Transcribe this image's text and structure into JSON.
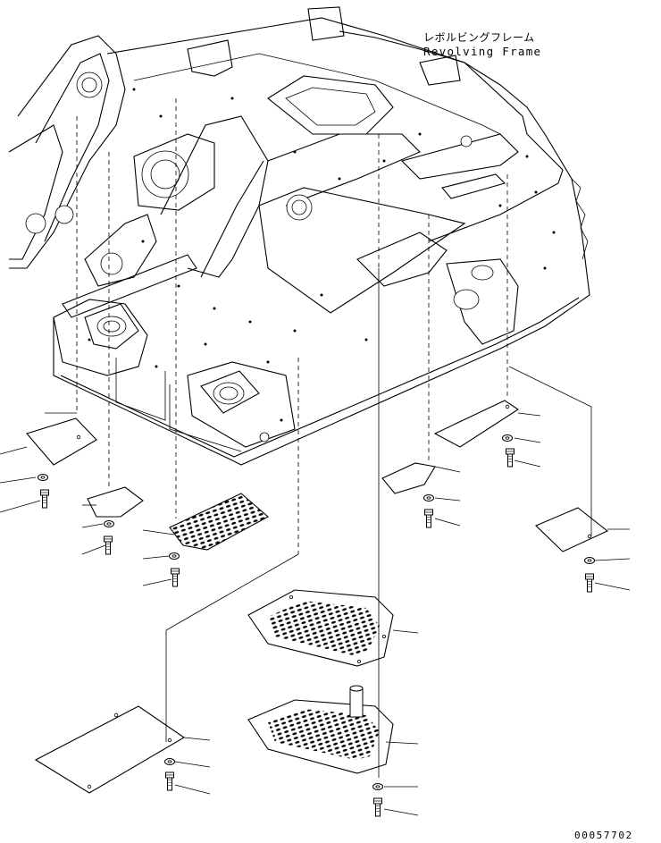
{
  "title": {
    "japanese": "レボルビングフレーム",
    "english": "Revolving Frame"
  },
  "drawing_number": "00057702"
}
